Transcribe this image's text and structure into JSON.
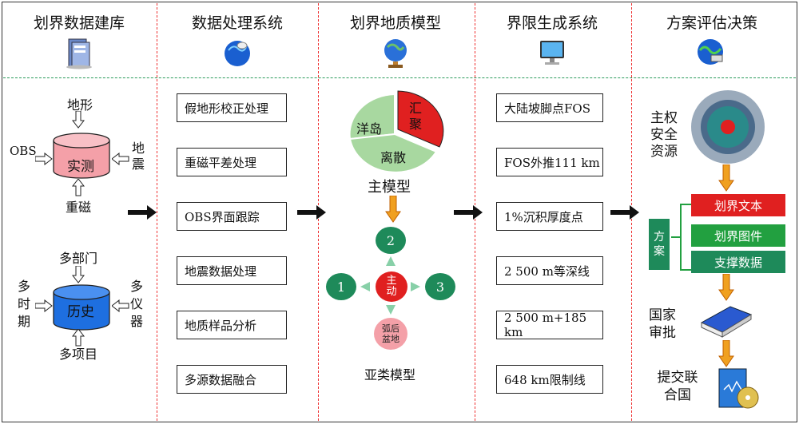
{
  "headers": [
    "划界数据建库",
    "数据处理系统",
    "划界地质模型",
    "界限生成系统",
    "方案评估决策"
  ],
  "col1": {
    "top_db": {
      "label": "实测",
      "top": "地形",
      "left": "OBS",
      "right": "地震",
      "bottom": "重磁"
    },
    "bottom_db": {
      "label": "历史",
      "top": "多部门",
      "left": "多时期",
      "right": "多仪器",
      "bottom": "多项目"
    }
  },
  "col2": {
    "items": [
      "假地形校正处理",
      "重磁平差处理",
      "OBS界面跟踪",
      "地震数据处理",
      "地质样品分析",
      "多源数据融合"
    ]
  },
  "col3": {
    "pie": {
      "left": "洋岛",
      "right": "汇聚",
      "bottom": "离散"
    },
    "main_label": "主模型",
    "nodes": {
      "center": "主动",
      "top": "2",
      "left": "1",
      "right": "3",
      "bottom": "弧后盆地"
    },
    "sub_label": "亚类模型"
  },
  "col4": {
    "items": [
      "大陆坡脚点FOS",
      "FOS外推111 km",
      "1%沉积厚度点",
      "2 500 m等深线",
      "2 500 m+185 km",
      "648 km限制线"
    ]
  },
  "col5": {
    "target_label": "主权安全资源",
    "bracket_label": "方案",
    "options": [
      "划界文本",
      "划界图件",
      "支撑数据"
    ],
    "approve_label": "国家审批",
    "submit_label": "提交联合国"
  },
  "colors": {
    "red": "#e02020",
    "green": "#22a040",
    "dark_green": "#1e8a5a",
    "orange": "#f0a020",
    "pink": "#f4a0a8",
    "blue": "#1e6fe0"
  }
}
